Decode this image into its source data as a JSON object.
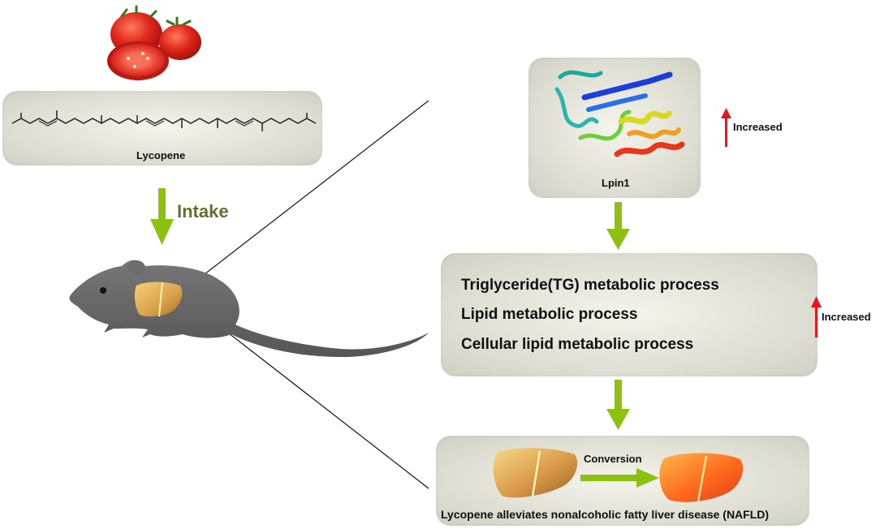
{
  "lycopene": {
    "label": "Lycopene"
  },
  "intake": {
    "label": "Intake"
  },
  "lpin": {
    "label": "Lpin1",
    "indicator": "Increased"
  },
  "processes": {
    "items": [
      "Triglyceride(TG) metabolic process",
      "Lipid metabolic process",
      "Cellular lipid metabolic process"
    ],
    "indicator": "Increased"
  },
  "nafld": {
    "conversion_label": "Conversion",
    "caption": "Lycopene alleviates nonalcoholic fatty liver disease (NAFLD)"
  },
  "colors": {
    "arrow_green": "#8cc20f",
    "increase_red": "#e8141c",
    "intake_text": "#6b6b2e",
    "mouse_gray": "#666666",
    "tomato_red": "#d8261e"
  },
  "icons": [
    "tomato-icon",
    "mouse-icon",
    "liver-icon",
    "protein-structure-icon",
    "up-arrow-icon"
  ]
}
